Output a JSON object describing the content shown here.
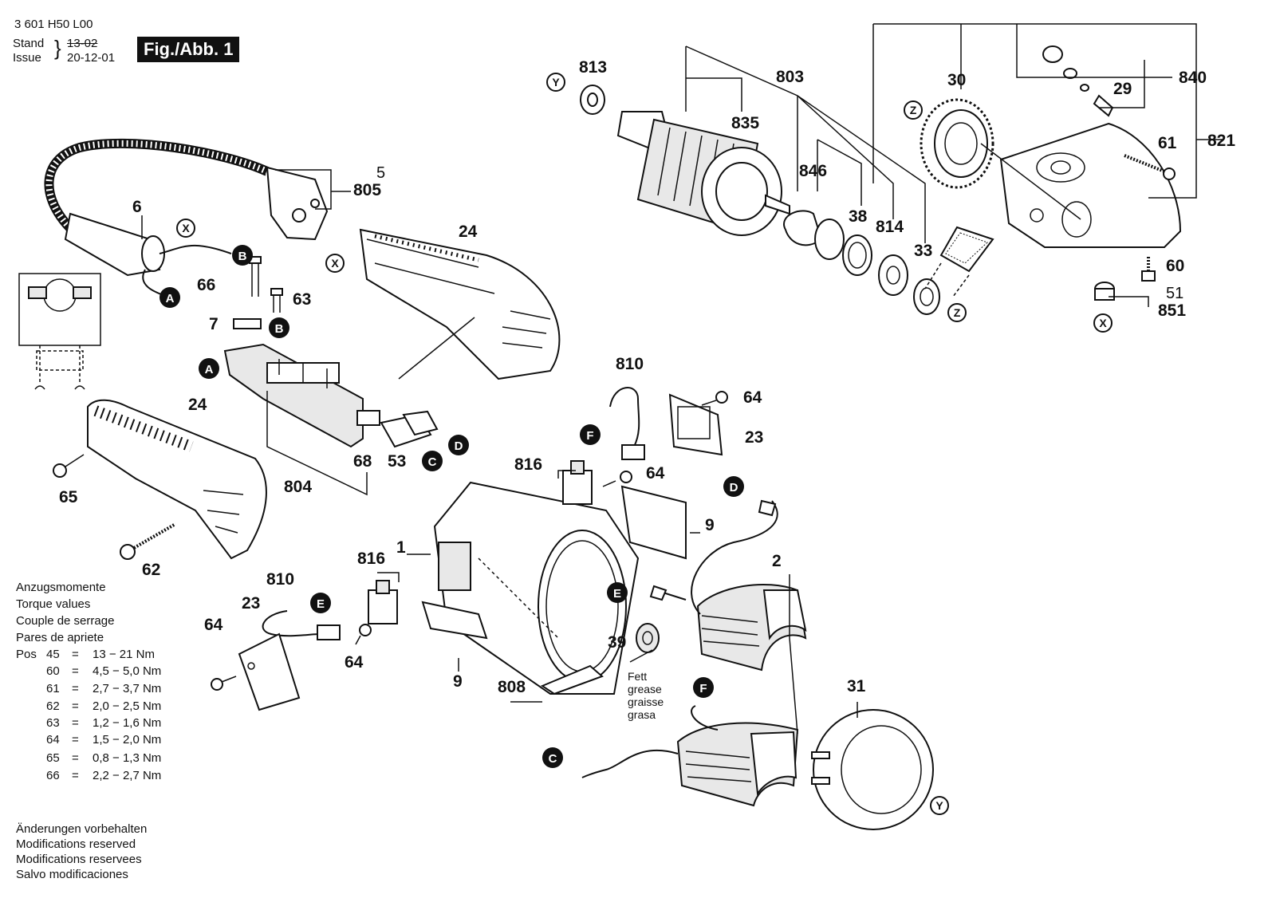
{
  "header": {
    "doc_number": "3 601 H50 L00",
    "stand_label": "Stand",
    "issue_label": "Issue",
    "stand_date_struck": "13-02",
    "issue_date": "20-12-01",
    "figure_label": "Fig./Abb. 1"
  },
  "part_labels": {
    "p1": "1",
    "p2": "2",
    "p5": "5",
    "p6": "6",
    "p7": "7",
    "p9a": "9",
    "p9b": "9",
    "p23a": "23",
    "p23b": "23",
    "p24a": "24",
    "p24b": "24",
    "p29": "29",
    "p30": "30",
    "p31": "31",
    "p33": "33",
    "p38": "38",
    "p39": "39",
    "p51": "51",
    "p53": "53",
    "p60": "60",
    "p61": "61",
    "p62": "62",
    "p63": "63",
    "p64a": "64",
    "p64b": "64",
    "p64c": "64",
    "p64d": "64",
    "p65": "65",
    "p66": "66",
    "p68": "68",
    "p803": "803",
    "p804": "804",
    "p805": "805",
    "p808": "808",
    "p810a": "810",
    "p810b": "810",
    "p813": "813",
    "p814": "814",
    "p816a": "816",
    "p816b": "816",
    "p821": "821",
    "p835": "835",
    "p840": "840",
    "p846": "846",
    "p851": "851"
  },
  "connectors": {
    "A": "A",
    "B": "B",
    "C": "C",
    "D": "D",
    "E": "E",
    "F": "F",
    "X": "X",
    "Y": "Y",
    "Z": "Z"
  },
  "grease_note": [
    "Fett",
    "grease",
    "graisse",
    "grasa"
  ],
  "torque_legend": {
    "title_lines": [
      "Anzugsmomente",
      "Torque values",
      "Couple de serrage",
      "Pares de apriete"
    ],
    "pos_label": "Pos",
    "rows": [
      {
        "pos": "45",
        "eq": "=",
        "value": "13 − 21 Nm"
      },
      {
        "pos": "60",
        "eq": "=",
        "value": "4,5 − 5,0 Nm"
      },
      {
        "pos": "61",
        "eq": "=",
        "value": "2,7 − 3,7 Nm"
      },
      {
        "pos": "62",
        "eq": "=",
        "value": "2,0 − 2,5 Nm"
      },
      {
        "pos": "63",
        "eq": "=",
        "value": "1,2 − 1,6 Nm"
      },
      {
        "pos": "64",
        "eq": "=",
        "value": "1,5 − 2,0 Nm"
      },
      {
        "pos": "65",
        "eq": "=",
        "value": "0,8 − 1,3 Nm"
      },
      {
        "pos": "66",
        "eq": "=",
        "value": "2,2 − 2,7 Nm"
      }
    ]
  },
  "notes": [
    "Änderungen vorbehalten",
    "Modifications reserved",
    "Modifications reservees",
    "Salvo modificaciones"
  ]
}
